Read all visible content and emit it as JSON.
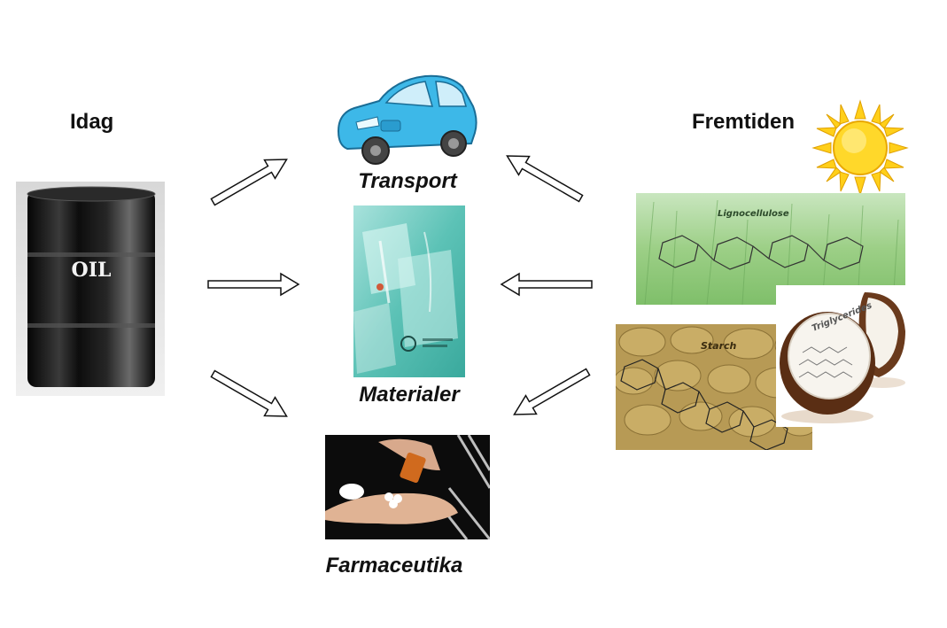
{
  "left_heading": "Idag",
  "right_heading": "Fremtiden",
  "barrel_label": "OIL",
  "captions": {
    "transport": "Transport",
    "materials": "Materialer",
    "pharma": "Farmaceutika"
  },
  "biomass_labels": {
    "lignocellulose": "Lignocellulose",
    "starch": "Starch",
    "triglycerides": "Triglycerides"
  },
  "colors": {
    "car": "#3db8e8",
    "sun": "#ffd21f",
    "grass": "#8fc97a",
    "barrel": "#141414"
  }
}
